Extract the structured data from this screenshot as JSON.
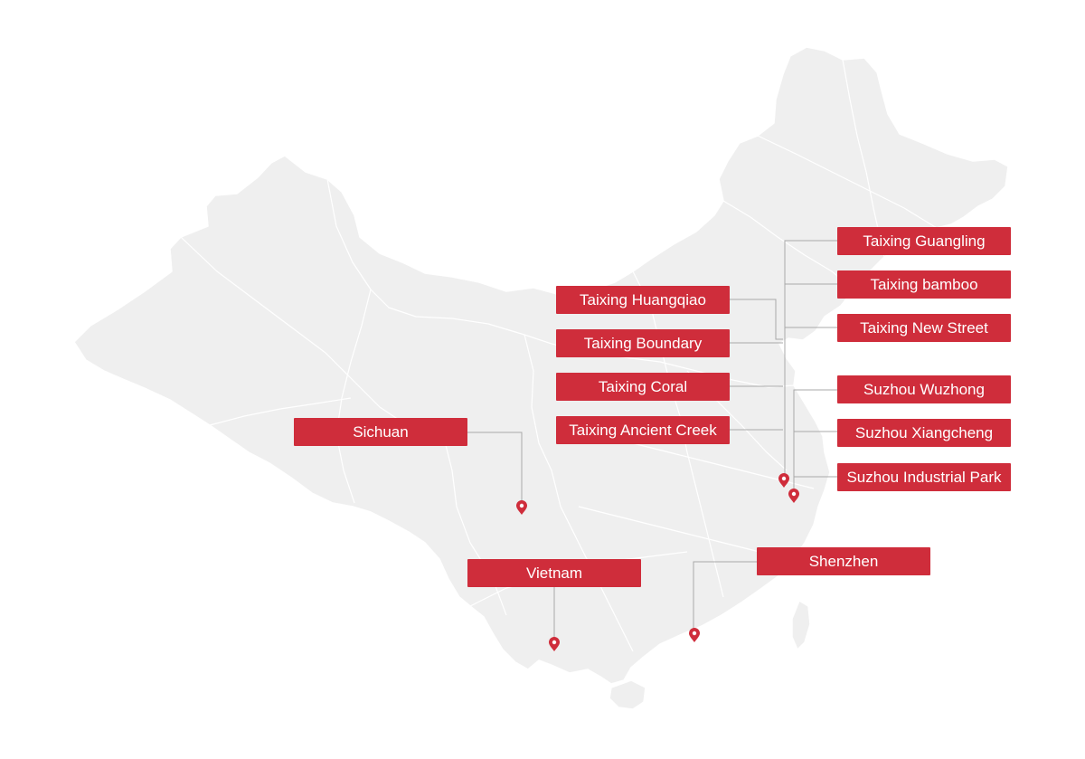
{
  "map": {
    "land_color": "#efefef",
    "accent_color": "#cf2d3b",
    "leader_color": "#a8a8a8",
    "pin_icon": "map-pin-icon"
  },
  "locations": {
    "taixing_guangling": "Taixing Guangling",
    "taixing_bamboo": "Taixing bamboo",
    "taixing_new_street": "Taixing New Street",
    "taixing_huangqiao": "Taixing Huangqiao",
    "taixing_boundary": "Taixing Boundary",
    "taixing_coral": "Taixing Coral",
    "taixing_ancient_creek": "Taixing Ancient Creek",
    "suzhou_wuzhong": "Suzhou Wuzhong",
    "suzhou_xiangcheng": "Suzhou Xiangcheng",
    "suzhou_industrial_park": "Suzhou Industrial Park",
    "sichuan": "Sichuan",
    "vietnam": "Vietnam",
    "shenzhen": "Shenzhen"
  }
}
